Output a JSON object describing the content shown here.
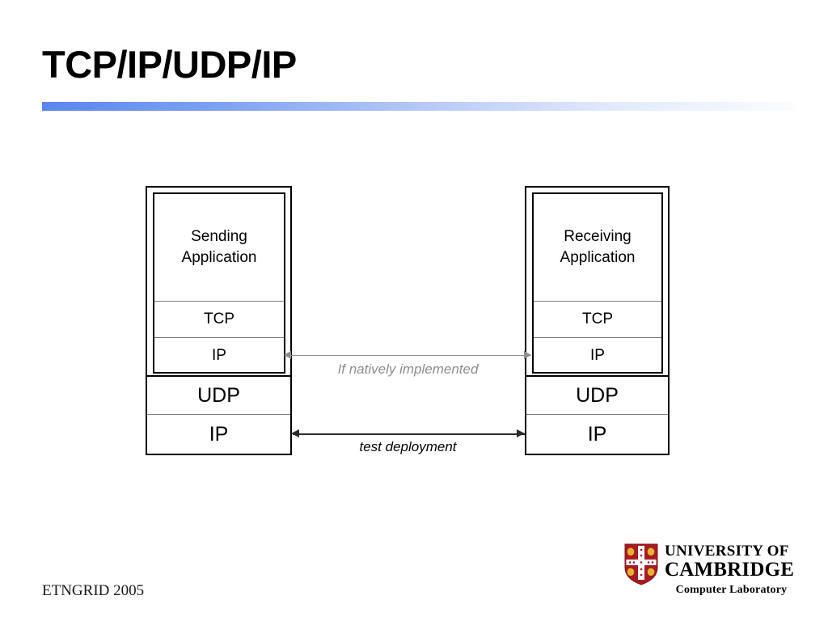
{
  "slide": {
    "title": "TCP/IP/UDP/IP",
    "footer_note": "ETNGRID 2005"
  },
  "diagram": {
    "left_stack": {
      "inner": {
        "application": "Sending\nApplication",
        "rows": [
          "TCP",
          "IP"
        ]
      },
      "outer_rows": [
        "UDP",
        "IP"
      ]
    },
    "right_stack": {
      "inner": {
        "application": "Receiving\nApplication",
        "rows": [
          "TCP",
          "IP"
        ]
      },
      "outer_rows": [
        "UDP",
        "IP"
      ]
    },
    "connectors": [
      {
        "label": "If natively implemented",
        "color": "#8d8d8d",
        "style": "double-headed-arrow"
      },
      {
        "label": "test deployment",
        "color": "#2b2b2b",
        "style": "double-headed-arrow"
      }
    ]
  },
  "logo": {
    "line1": "UNIVERSITY OF",
    "line2": "CAMBRIDGE",
    "line3": "Computer Laboratory",
    "crest_colors": {
      "field": "#a61c22",
      "charge": "#ffffff",
      "lion": "#e8b231"
    }
  },
  "theme": {
    "background": "#ffffff",
    "rule_start": "#5b86ed",
    "rule_end": "#fbfcff",
    "box_border": "#000000",
    "divider": "#7b7b7b"
  }
}
